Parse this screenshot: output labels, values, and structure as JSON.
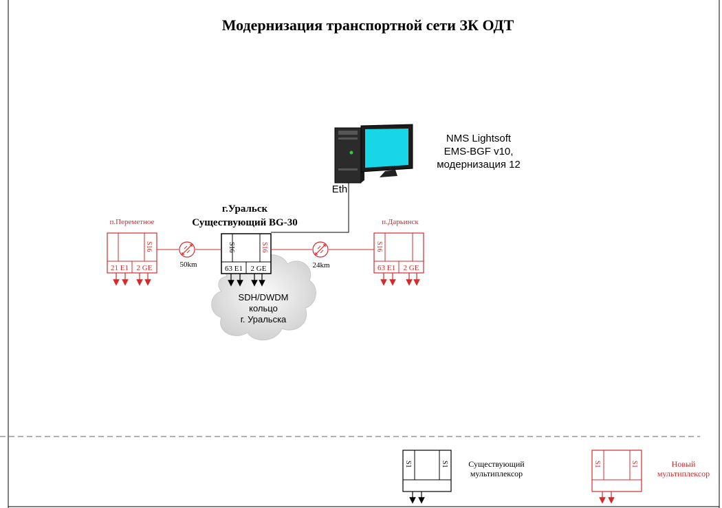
{
  "title": "Модернизация транспортной сети ЗК ОДТ",
  "colors": {
    "existing": "#000000",
    "new": "#d42a2a",
    "screen": "#19d6e6",
    "cloud": "#e6e6e6",
    "divider": "#808080"
  },
  "nms": {
    "line1": "NMS Lightsoft",
    "line2": "EMS-BGF v10,",
    "line3": "модернизация 12",
    "port": "Eth"
  },
  "center_node": {
    "city": "г.Уральск",
    "name": "Существующий BG-30",
    "left_port": "S16",
    "right_port": "S16",
    "e1": "63 E1",
    "ge": "2 GE"
  },
  "left_node": {
    "name": "п.Переметное",
    "port": "S16",
    "e1": "21 E1",
    "ge": "2 GE"
  },
  "right_node": {
    "name": "п.Дарьинск",
    "port": "S16",
    "e1": "63 E1",
    "ge": "2 GE"
  },
  "links": {
    "left_distance": "50km",
    "right_distance": "24km"
  },
  "cloud": {
    "line1": "SDH/DWDM",
    "line2": "кольцо",
    "line3": "г. Уральска"
  },
  "legend": {
    "existing_label_1": "Существующий",
    "existing_label_2": "мультиплексор",
    "existing_port": "S1",
    "new_label_1": "Новый",
    "new_label_2": "мультиплексор",
    "new_port": "S1"
  }
}
